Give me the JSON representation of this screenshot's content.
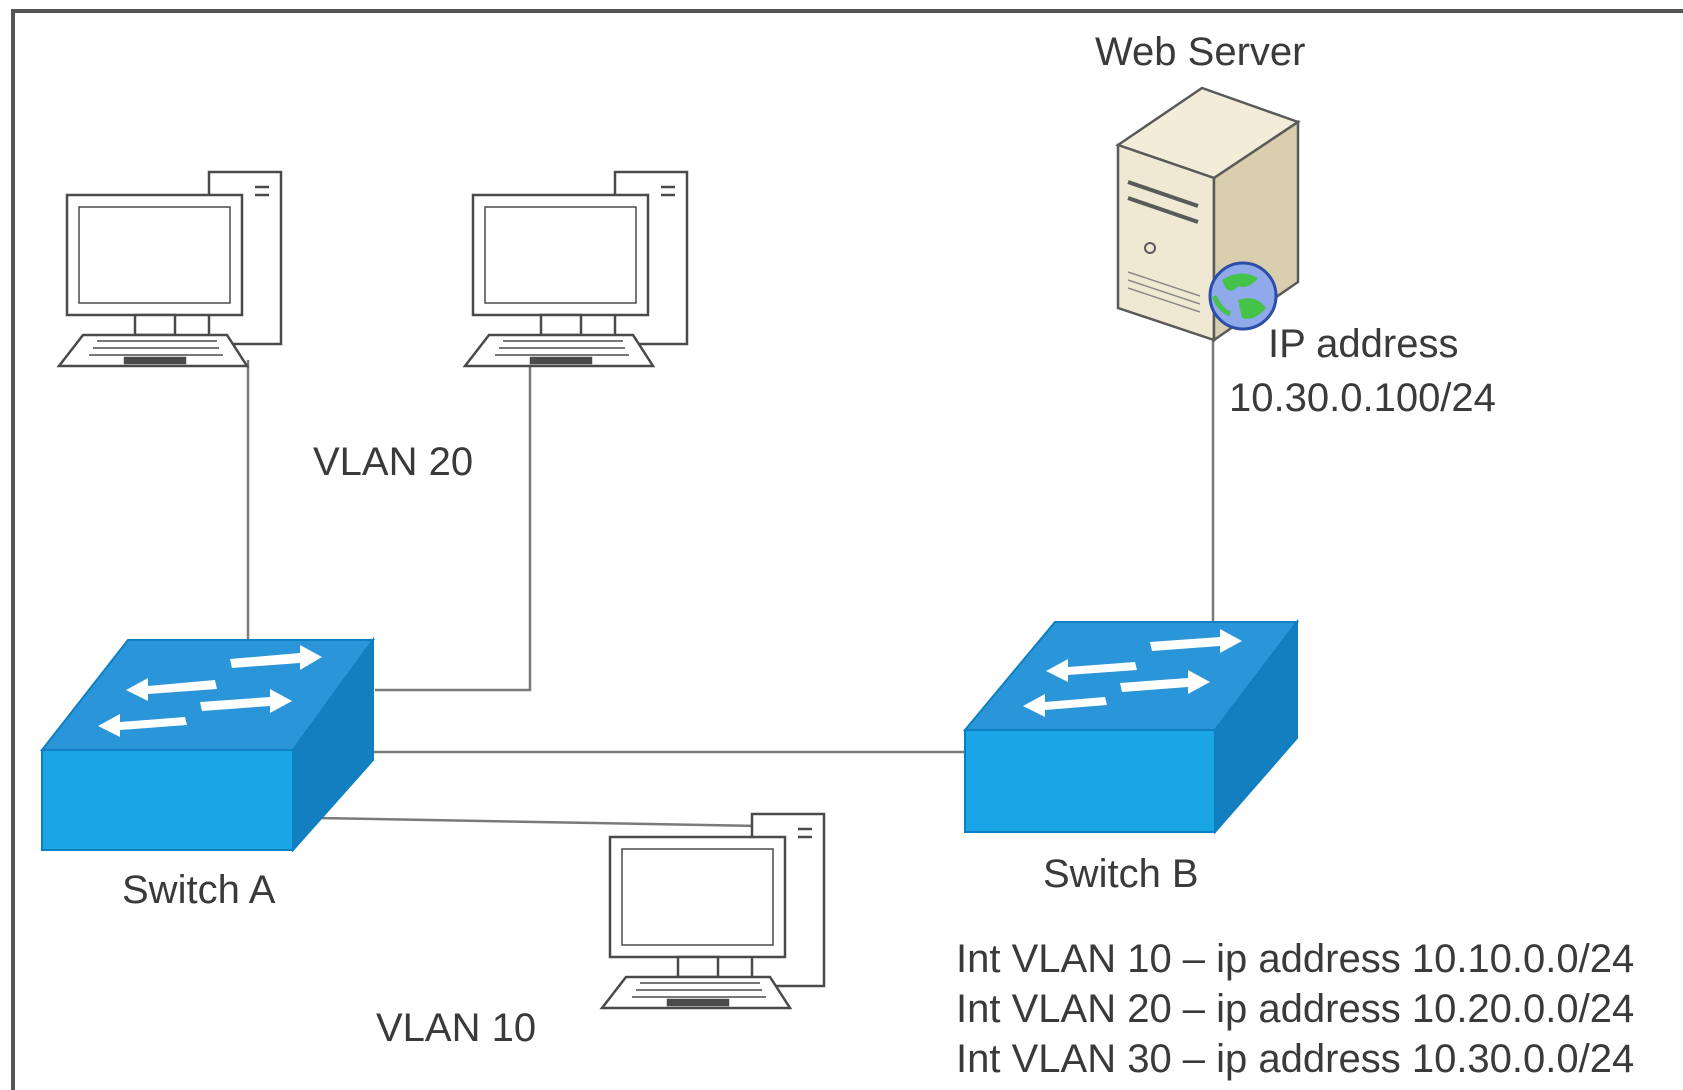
{
  "labels": {
    "web_server": "Web Server",
    "ip_address_title": "IP address",
    "ip_address_value": "10.30.0.100/24",
    "vlan20": "VLAN 20",
    "switch_a": "Switch A",
    "switch_b": "Switch B",
    "vlan10": "VLAN 10"
  },
  "switch_b_interfaces": [
    "Int VLAN 10 – ip address 10.10.0.0/24",
    "Int VLAN 20 – ip address 10.20.0.0/24",
    "Int VLAN 30 – ip address 10.30.0.0/24"
  ],
  "colors": {
    "switch_top": "#2a95d8",
    "switch_front": "#1aa5e6",
    "switch_side": "#137fc0",
    "line": "#7a7a7a",
    "text": "#3a3a3a"
  },
  "icons": [
    "desktop-computer-icon",
    "switch-icon",
    "web-server-icon",
    "globe-icon"
  ]
}
